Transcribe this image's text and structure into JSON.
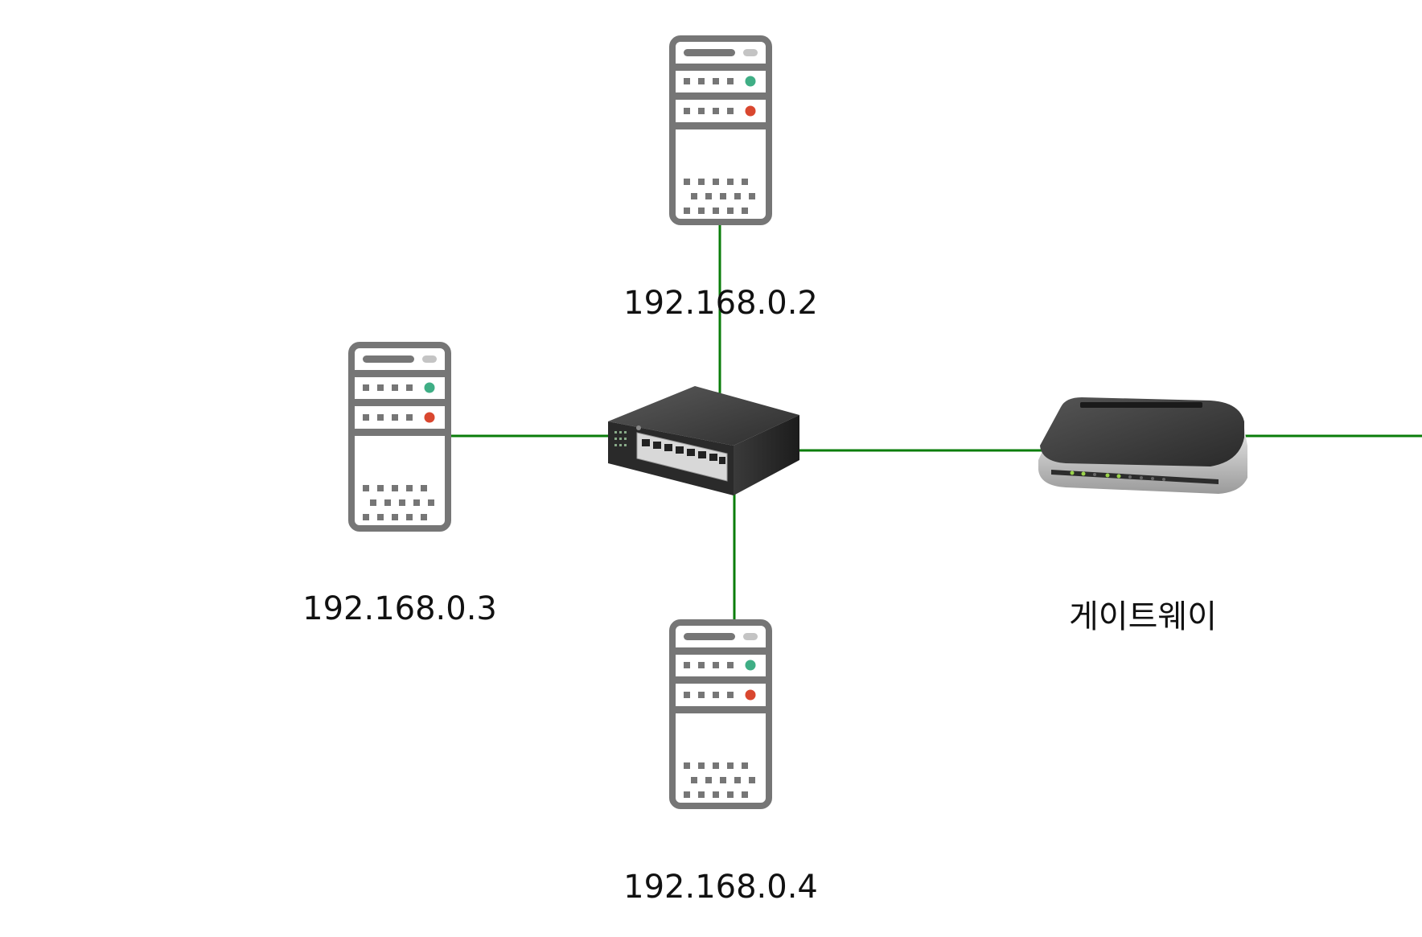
{
  "diagram": {
    "link_color": "#0a7d0a",
    "nodes": [
      {
        "id": "server-top",
        "type": "server",
        "label": "192.168.0.2"
      },
      {
        "id": "server-left",
        "type": "server",
        "label": "192.168.0.3"
      },
      {
        "id": "server-bottom",
        "type": "server",
        "label": "192.168.0.4"
      },
      {
        "id": "switch",
        "type": "switch",
        "label": ""
      },
      {
        "id": "gateway",
        "type": "router",
        "label": "게이트웨이"
      }
    ],
    "links": [
      {
        "from": "server-top",
        "to": "switch"
      },
      {
        "from": "server-left",
        "to": "switch"
      },
      {
        "from": "server-bottom",
        "to": "switch"
      },
      {
        "from": "switch",
        "to": "gateway"
      },
      {
        "from": "gateway",
        "to": "external"
      }
    ],
    "server_colors": {
      "body": "#767676",
      "led_ok": "#3fae85",
      "led_fail": "#d9472f",
      "indicator": "#c4c4c4"
    }
  }
}
